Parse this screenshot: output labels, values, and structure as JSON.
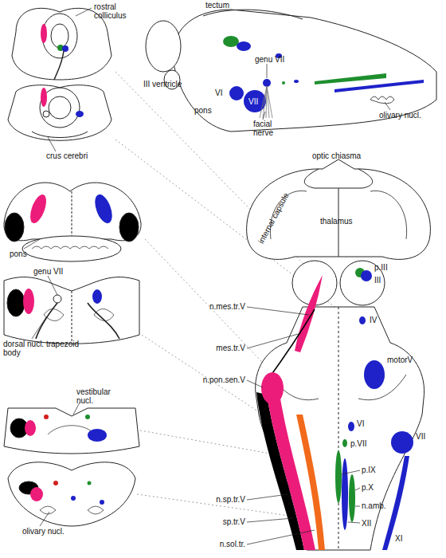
{
  "diagram": {
    "labels": [
      "rostral colliculus",
      "crus cerebri",
      "pons",
      "genu VII",
      "dorsal nucl. trapezoid body",
      "vestibular nucl.",
      "olivary nucl.",
      "tectum",
      "III ventricle",
      "genu VII",
      "VI",
      "VII",
      "facial nerve",
      "pons",
      "olivary nucl.",
      "optic chiasma",
      "internal capsule",
      "thalamus",
      "p.III",
      "III",
      "n.mes.tr.V",
      "IV",
      "mes.tr.V",
      "n.pon.sen.V",
      "motorV",
      "VI",
      "VII",
      "p.VII",
      "p.IX",
      "p.X",
      "n.amb.",
      "n.sp.tr.V",
      "XII",
      "sp.tr.V",
      "n.sol.tr.",
      "XI"
    ]
  }
}
